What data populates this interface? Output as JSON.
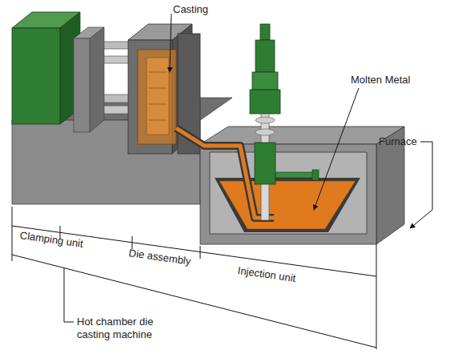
{
  "diagram": {
    "labels": [
      "Casting",
      "Molten Metal",
      "Furnace",
      "Clamping unit",
      "Die assembly",
      "Injection unit",
      "Hot chamber die casting machine"
    ]
  }
}
